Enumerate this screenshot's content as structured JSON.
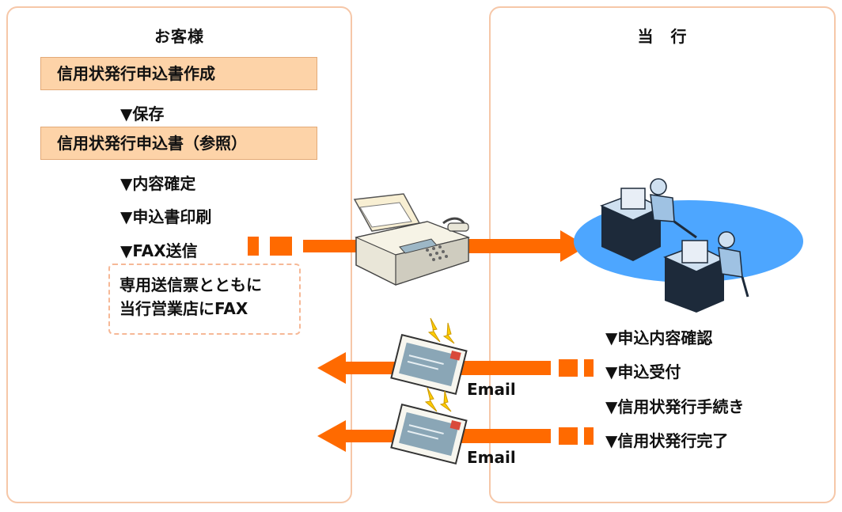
{
  "customer": {
    "title": "お客様",
    "doc_create": "信用状発行申込書作成",
    "step_save": "▼保存",
    "doc_reference": "信用状発行申込書（参照）",
    "step_confirm": "▼内容確定",
    "step_print": "▼申込書印刷",
    "step_fax": "▼FAX送信",
    "note_line1": "専用送信票とともに",
    "note_line2": "当行営業店にFAX"
  },
  "bank": {
    "title": "当　行",
    "step_check": "▼申込内容確認",
    "step_accept": "▼申込受付",
    "step_procedure": "▼信用状発行手続き",
    "step_complete": "▼信用状発行完了"
  },
  "email": {
    "label1": "Email",
    "label2": "Email"
  },
  "colors": {
    "arrow": "#ff6a00",
    "panel_border": "#f6c7a8",
    "doc_fill": "#fdd3a8",
    "ellipse": "#4da6ff"
  },
  "icons": {
    "fax": "fax-machine-icon",
    "workers": "office-workers-icon",
    "mail": "email-envelope-icon"
  }
}
